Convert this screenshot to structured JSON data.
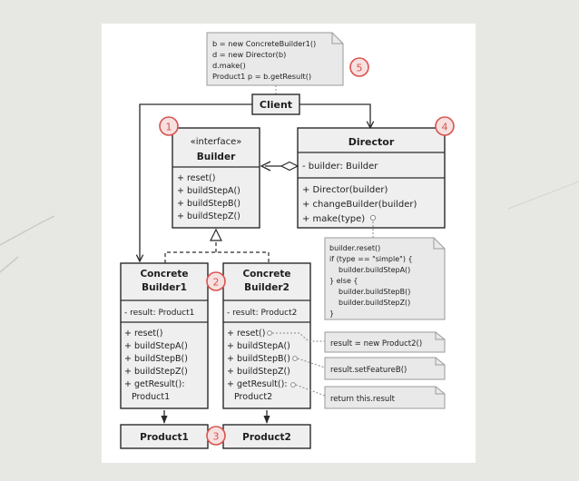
{
  "notes": {
    "top": [
      "b = new ConcreteBuilder1()",
      "d = new Director(b)",
      "d.make()",
      "Product1 p = b.getResult()"
    ],
    "director_make": [
      "builder.reset()",
      "if (type == \"simple\") {",
      "builder.buildStepA()",
      "} else {",
      "builder.buildStepB()",
      "builder.buildStepZ()",
      "}"
    ],
    "result_new": "result = new Product2()",
    "result_feature": "result.setFeatureB()",
    "return_result": "return this.result"
  },
  "badges": [
    "1",
    "2",
    "3",
    "4",
    "5"
  ],
  "client": {
    "name": "Client"
  },
  "builder": {
    "stereotype": "«interface»",
    "name": "Builder",
    "methods": [
      "+ reset()",
      "+ buildStepA()",
      "+ buildStepB()",
      "+ buildStepZ()"
    ]
  },
  "director": {
    "name": "Director",
    "fields": [
      "- builder: Builder"
    ],
    "methods": [
      "+ Director(builder)",
      "+ changeBuilder(builder)",
      "+ make(type)"
    ]
  },
  "concrete1": {
    "name_lines": [
      "Concrete",
      "Builder1"
    ],
    "fields": [
      "- result: Product1"
    ],
    "methods": [
      "+ reset()",
      "+ buildStepA()",
      "+ buildStepB()",
      "+ buildStepZ()",
      "+ getResult():",
      "Product1"
    ]
  },
  "concrete2": {
    "name_lines": [
      "Concrete",
      "Builder2"
    ],
    "fields": [
      "- result: Product2"
    ],
    "methods": [
      "+ reset()",
      "+ buildStepA()",
      "+ buildStepB()",
      "+ buildStepZ()",
      "+ getResult():",
      "Product2"
    ]
  },
  "products": [
    "Product1",
    "Product2"
  ],
  "colors": {
    "box_fill": "#efefef",
    "box_stroke": "#2a2a2a",
    "note_fill": "#e9e9e9",
    "badge": "#d9534f"
  }
}
